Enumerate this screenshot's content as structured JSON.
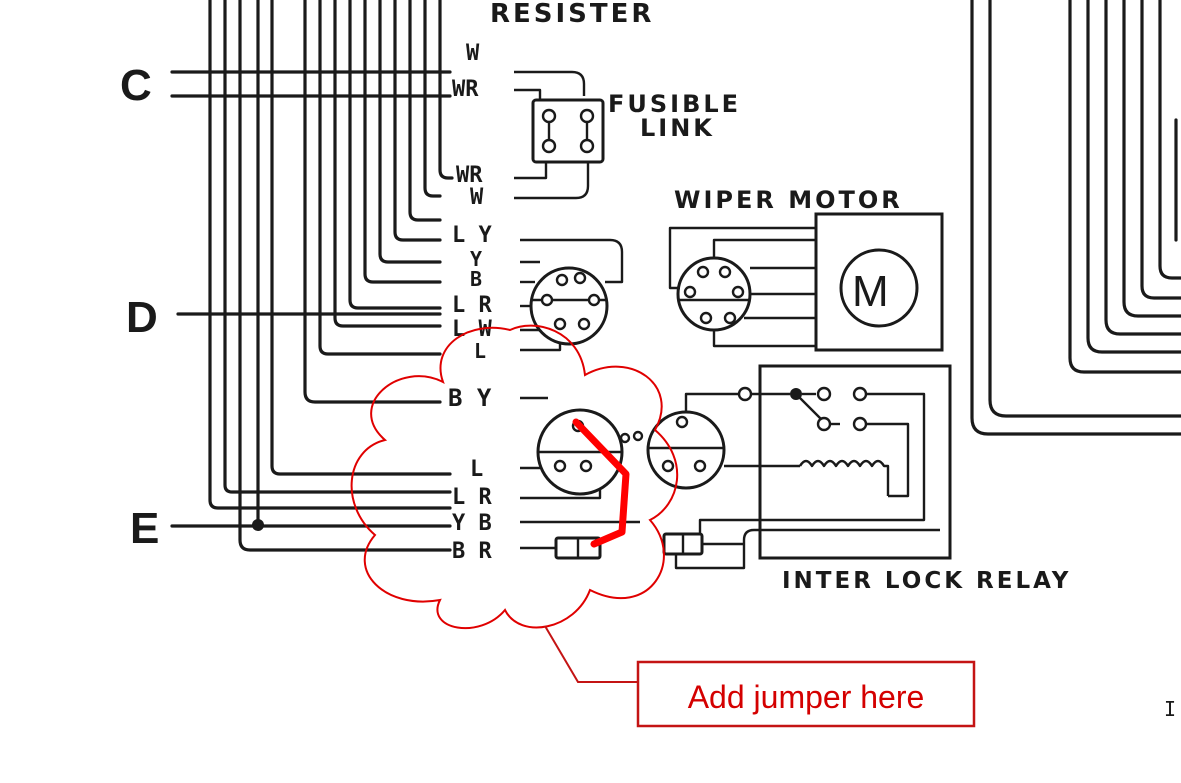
{
  "diagram": {
    "labels": {
      "resister": "RESISTER",
      "fusible_link_line1": "FUSIBLE",
      "fusible_link_line2": "LINK",
      "wiper_motor": "WIPER MOTOR",
      "motor_symbol": "M",
      "interlock_relay": "INTER LOCK RELAY",
      "connector_c": "C",
      "connector_d": "D",
      "connector_e": "E"
    },
    "wire_codes": {
      "w1": "W",
      "wr1": "WR",
      "wr2": "WR",
      "w2": "W",
      "ly": "L Y",
      "y": "Y",
      "b": "B",
      "lr": "L R",
      "lw": "L W",
      "l1": "L",
      "by": "B Y",
      "l2": "L",
      "lr2": "L R",
      "yb": "Y B",
      "br": "B R"
    },
    "edge_mark": "I"
  },
  "annotation": {
    "callout_text": "Add jumper here",
    "highlight_color": "#e00000",
    "callout_color": "#d40000"
  }
}
